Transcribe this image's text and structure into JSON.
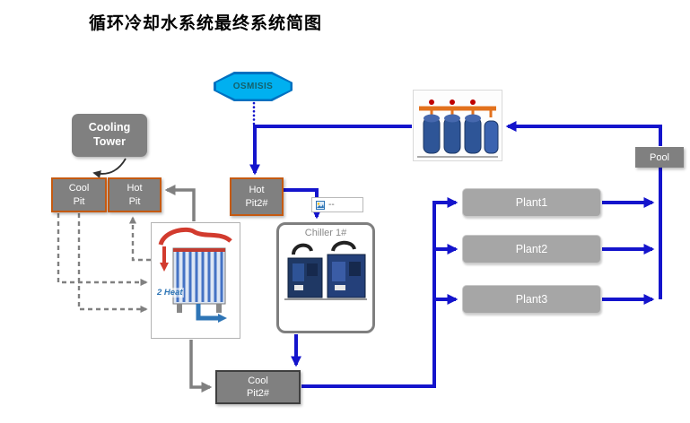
{
  "title": "循环冷却水系统最终系统简图",
  "osmisis": {
    "label": "OSMISIS"
  },
  "tower": {
    "label": "Cooling Tower"
  },
  "pits": {
    "cool_pit": {
      "line1": "Cool",
      "line2": "Pit"
    },
    "hot_pit": {
      "line1": "Hot",
      "line2": "Pit"
    },
    "hot_pit2": {
      "line1": "Hot",
      "line2": "Pit2#"
    },
    "cool_pit2": {
      "line1": "Cool",
      "line2": "Pit2#"
    }
  },
  "pool": {
    "label": "Pool"
  },
  "plants": [
    {
      "label": "Plant1"
    },
    {
      "label": "Plant2"
    },
    {
      "label": "Plant3"
    }
  ],
  "chiller": {
    "label": "Chiller 1#"
  },
  "heat_exchanger": {
    "caption": "2 Heat"
  },
  "connector_tag": {
    "text": "--"
  },
  "images": {
    "filter_tanks": "filter-tanks-photo",
    "heat_exchanger": "plate-heat-exchanger-photo",
    "chiller": "chiller-units-photo"
  },
  "colors": {
    "arrow_blue": "#1414CC",
    "pipe_gray": "#808080",
    "node_gray": "#808080",
    "plant_gray": "#A6A6A6",
    "hot_border": "#C55A11",
    "cool_pit2_border": "#3F3F3F",
    "osmisis_fill": "#00B0F0",
    "osmisis_border": "#0070C0"
  }
}
